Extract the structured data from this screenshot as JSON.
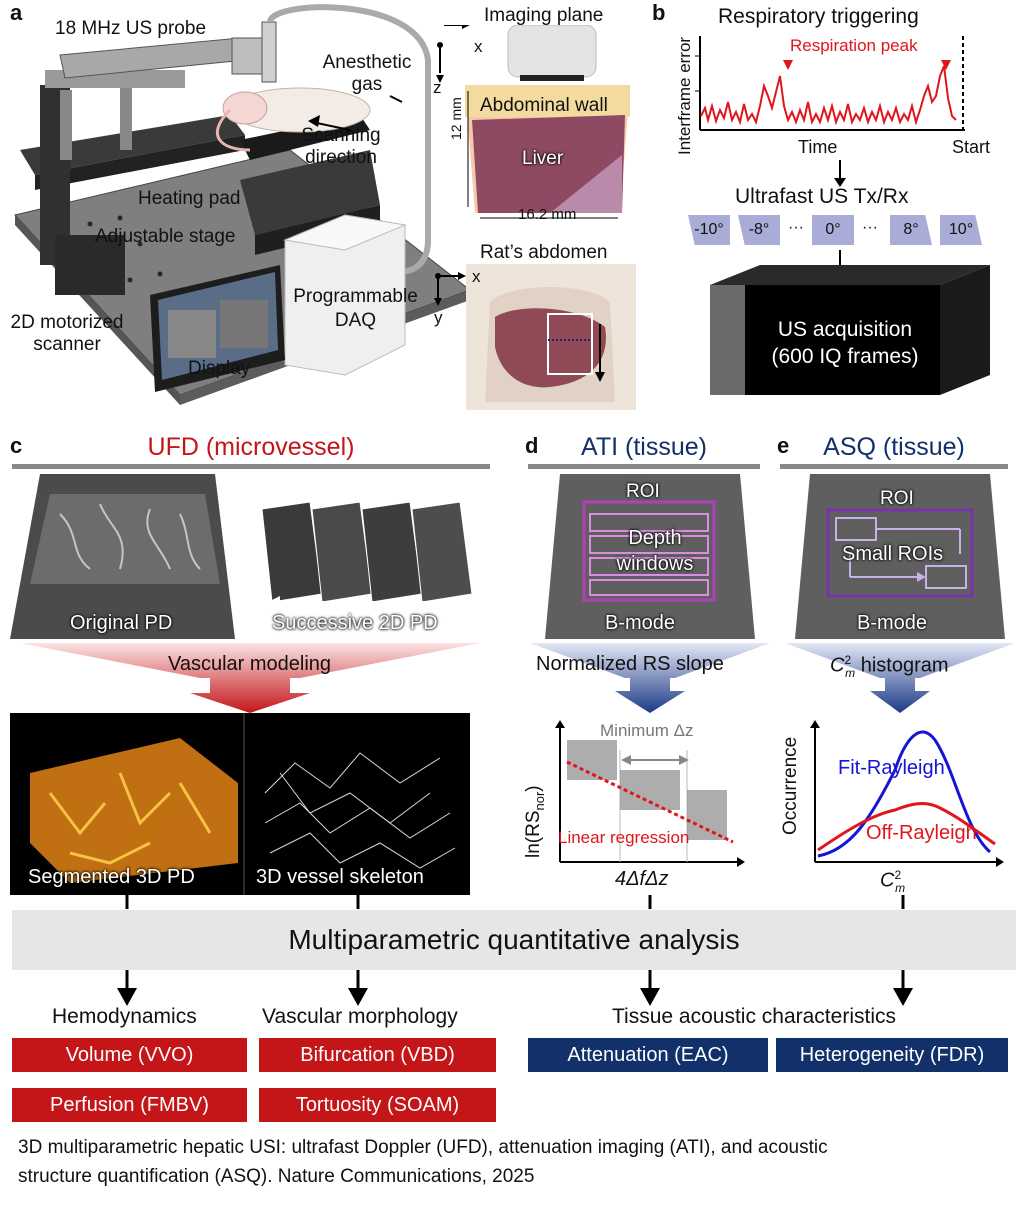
{
  "panels": {
    "a": "a",
    "b": "b",
    "c": "c",
    "d": "d",
    "e": "e"
  },
  "a": {
    "probe": "18 MHz US probe",
    "gas": "Anesthetic gas",
    "scanning": "Scanning direction",
    "heating": "Heating pad",
    "stage": "Adjustable stage",
    "scanner": "2D motorized scanner",
    "daq": "Programmable DAQ",
    "display": "Display",
    "plane_title": "Imaging plane",
    "abdominal_wall": "Abdominal wall",
    "liver": "Liver",
    "depth": "12 mm",
    "width": "16.2 mm",
    "axis_x": "x",
    "axis_z": "z",
    "axis_y": "y",
    "rat_abdomen": "Rat’s abdomen"
  },
  "b": {
    "title": "Respiratory triggering",
    "ylabel": "Interframe error",
    "peak": "Respiration peak",
    "xlabel": "Time",
    "start": "Start",
    "ultrafast": "Ultrafast US Tx/Rx",
    "angles": [
      "-10°",
      "-8°",
      "···",
      "0°",
      "···",
      "8°",
      "10°"
    ],
    "acq_line1": "US acquisition",
    "acq_line2": "(600 IQ frames)",
    "colors": {
      "trace": "#e0161c",
      "angle_box": "#a9acd6"
    }
  },
  "c": {
    "title": "UFD (microvessel)",
    "original": "Original PD",
    "successive": "Successive 2D PD",
    "modeling": "Vascular modeling",
    "segmented": "Segmented 3D PD",
    "skeleton": "3D vessel skeleton"
  },
  "d": {
    "title": "ATI (tissue)",
    "roi": "ROI",
    "depth_windows": "Depth windows",
    "bmode": "B-mode",
    "slope": "Normalized RS slope",
    "min_dz": "Minimum Δz",
    "regression": "Linear regression",
    "ylabel": "ln(RS",
    "ylabel_sub": "nor",
    "ylabel_end": ")",
    "xlabel": "4ΔfΔz"
  },
  "e": {
    "title": "ASQ (tissue)",
    "roi": "ROI",
    "small_rois": "Small ROIs",
    "bmode": "B-mode",
    "hist_label": "histogram",
    "cm": "C",
    "cm_sup": "2",
    "cm_sub": "m",
    "ylabel": "Occurrence",
    "fit": "Fit-Rayleigh",
    "off": "Off-Rayleigh",
    "colors": {
      "fit": "#1515d6",
      "off": "#e0161c"
    }
  },
  "analysis": "Multiparametric quantitative analysis",
  "groups": {
    "hemo": "Hemodynamics",
    "vasc": "Vascular morphology",
    "tissue": "Tissue acoustic characteristics"
  },
  "outputs": {
    "vvo": "Volume (VVO)",
    "vbd": "Bifurcation (VBD)",
    "eac": "Attenuation (EAC)",
    "fdr": "Heterogeneity (FDR)",
    "fmbv": "Perfusion (FMBV)",
    "soam": "Tortuosity (SOAM)"
  },
  "caption_line1": "3D multiparametric hepatic USI: ultrafast Doppler (UFD), attenuation imaging (ATI), and acoustic",
  "caption_line2": "structure quantification (ASQ). Nature Communications, 2025",
  "colors": {
    "red": "#c41519",
    "navy": "#12306a",
    "arrow_red": "#c41519",
    "arrow_blue": "#1c3a86"
  }
}
